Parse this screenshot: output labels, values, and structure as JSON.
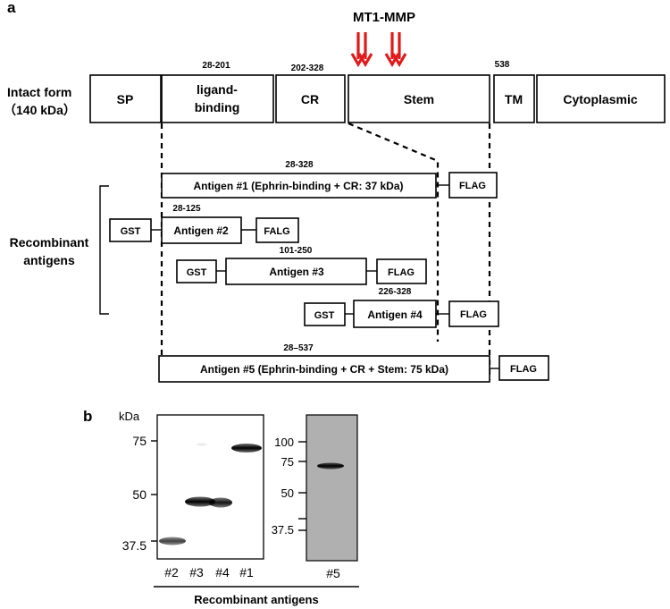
{
  "panel_a": {
    "label": "a",
    "protease": {
      "label": "MT1-MMP",
      "arrow_color": "#e01a1a"
    },
    "intact_form": {
      "label_line1": "Intact form",
      "label_line2": "（140 kDa）",
      "domains": {
        "sp": "SP",
        "ligand_line1": "ligand-",
        "ligand_line2": "binding",
        "cr": "CR",
        "stem": "Stem",
        "tm": "TM",
        "cytoplasmic": "Cytoplasmic"
      },
      "positions": {
        "ligand": "28-201",
        "cr": "202-328",
        "tm_start": "538"
      }
    },
    "recombinant_label_line1": "Recombinant",
    "recombinant_label_line2": "antigens",
    "antigens": {
      "a1": {
        "range": "28-328",
        "label": "Antigen #1 (Ephrin-binding + CR: 37 kDa)",
        "tag": "FLAG"
      },
      "a2": {
        "range": "28-125",
        "label": "Antigen #2",
        "gst": "GST",
        "tag": "FALG"
      },
      "a3": {
        "range": "101-250",
        "label": "Antigen #3",
        "gst": "GST",
        "tag": "FLAG"
      },
      "a4": {
        "range": "226-328",
        "label": "Antigen #4",
        "gst": "GST",
        "tag": "FLAG"
      },
      "a5": {
        "range": "28–537",
        "label": "Antigen #5 (Ephrin-binding + CR + Stem: 75 kDa)",
        "tag": "FLAG"
      }
    }
  },
  "panel_b": {
    "label": "b",
    "blot1": {
      "unit": "kDa",
      "markers": [
        "75",
        "50",
        "37.5"
      ],
      "lanes": [
        "#2",
        "#3",
        "#4",
        "#1"
      ],
      "xlabel": "Recombinant antigens"
    },
    "blot2": {
      "markers": [
        "100",
        "75",
        "50",
        "37.5"
      ],
      "lanes": [
        "#5"
      ]
    }
  }
}
